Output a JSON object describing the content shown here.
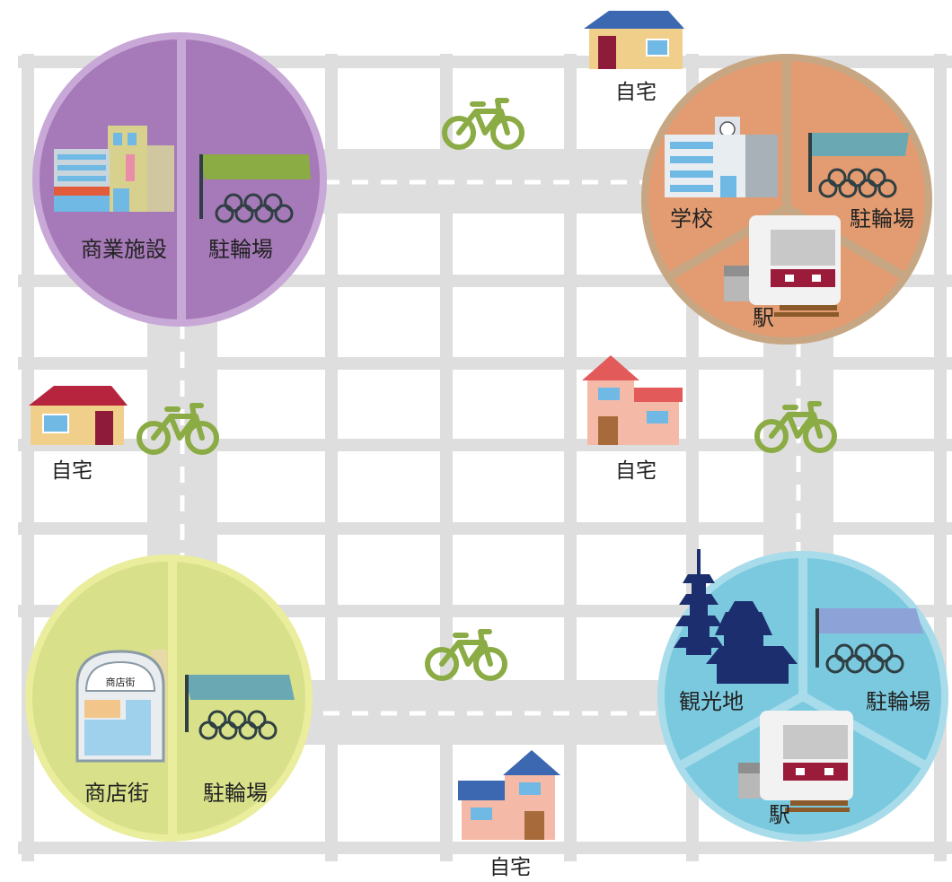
{
  "labels": {
    "home": "自宅",
    "commercial": "商業施設",
    "parking": "駐輪場",
    "school": "学校",
    "station": "駅",
    "shopping_street": "商店街",
    "sightseeing": "観光地",
    "shop_sign": "商店街"
  },
  "colors": {
    "purple_hub": "#a679b8",
    "purple_ring": "#c8a8d6",
    "orange_hub": "#e39c71",
    "orange_ring": "#c7a783",
    "green_hub": "#d8e18a",
    "green_ring": "#e9ed9c",
    "blue_hub": "#7ac9df",
    "blue_ring": "#a9dcea",
    "road": "#dedede",
    "bicycle": "#8bab45",
    "bike_dark": "#2f3f43"
  }
}
